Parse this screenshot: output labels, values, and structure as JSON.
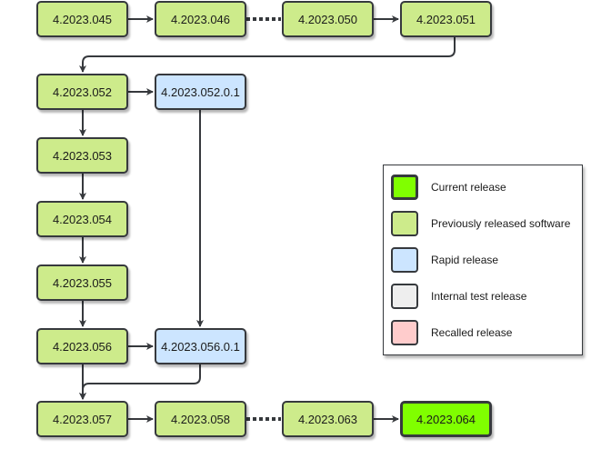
{
  "nodes": {
    "n045": "4.2023.045",
    "n046": "4.2023.046",
    "n050": "4.2023.050",
    "n051": "4.2023.051",
    "n052": "4.2023.052",
    "n0520": "4.2023.052.0.1",
    "n053": "4.2023.053",
    "n054": "4.2023.054",
    "n055": "4.2023.055",
    "n056": "4.2023.056",
    "n0560": "4.2023.056.0.1",
    "n057": "4.2023.057",
    "n058": "4.2023.058",
    "n063": "4.2023.063",
    "n064": "4.2023.064"
  },
  "legend": [
    {
      "label": "Current release",
      "color": "#80ff00"
    },
    {
      "label": "Previously released software",
      "color": "#cdeb8b"
    },
    {
      "label": "Rapid release",
      "color": "#cce5ff"
    },
    {
      "label": "Internal test release",
      "color": "#eeeeee"
    },
    {
      "label": "Recalled release",
      "color": "#ffcccc"
    }
  ]
}
